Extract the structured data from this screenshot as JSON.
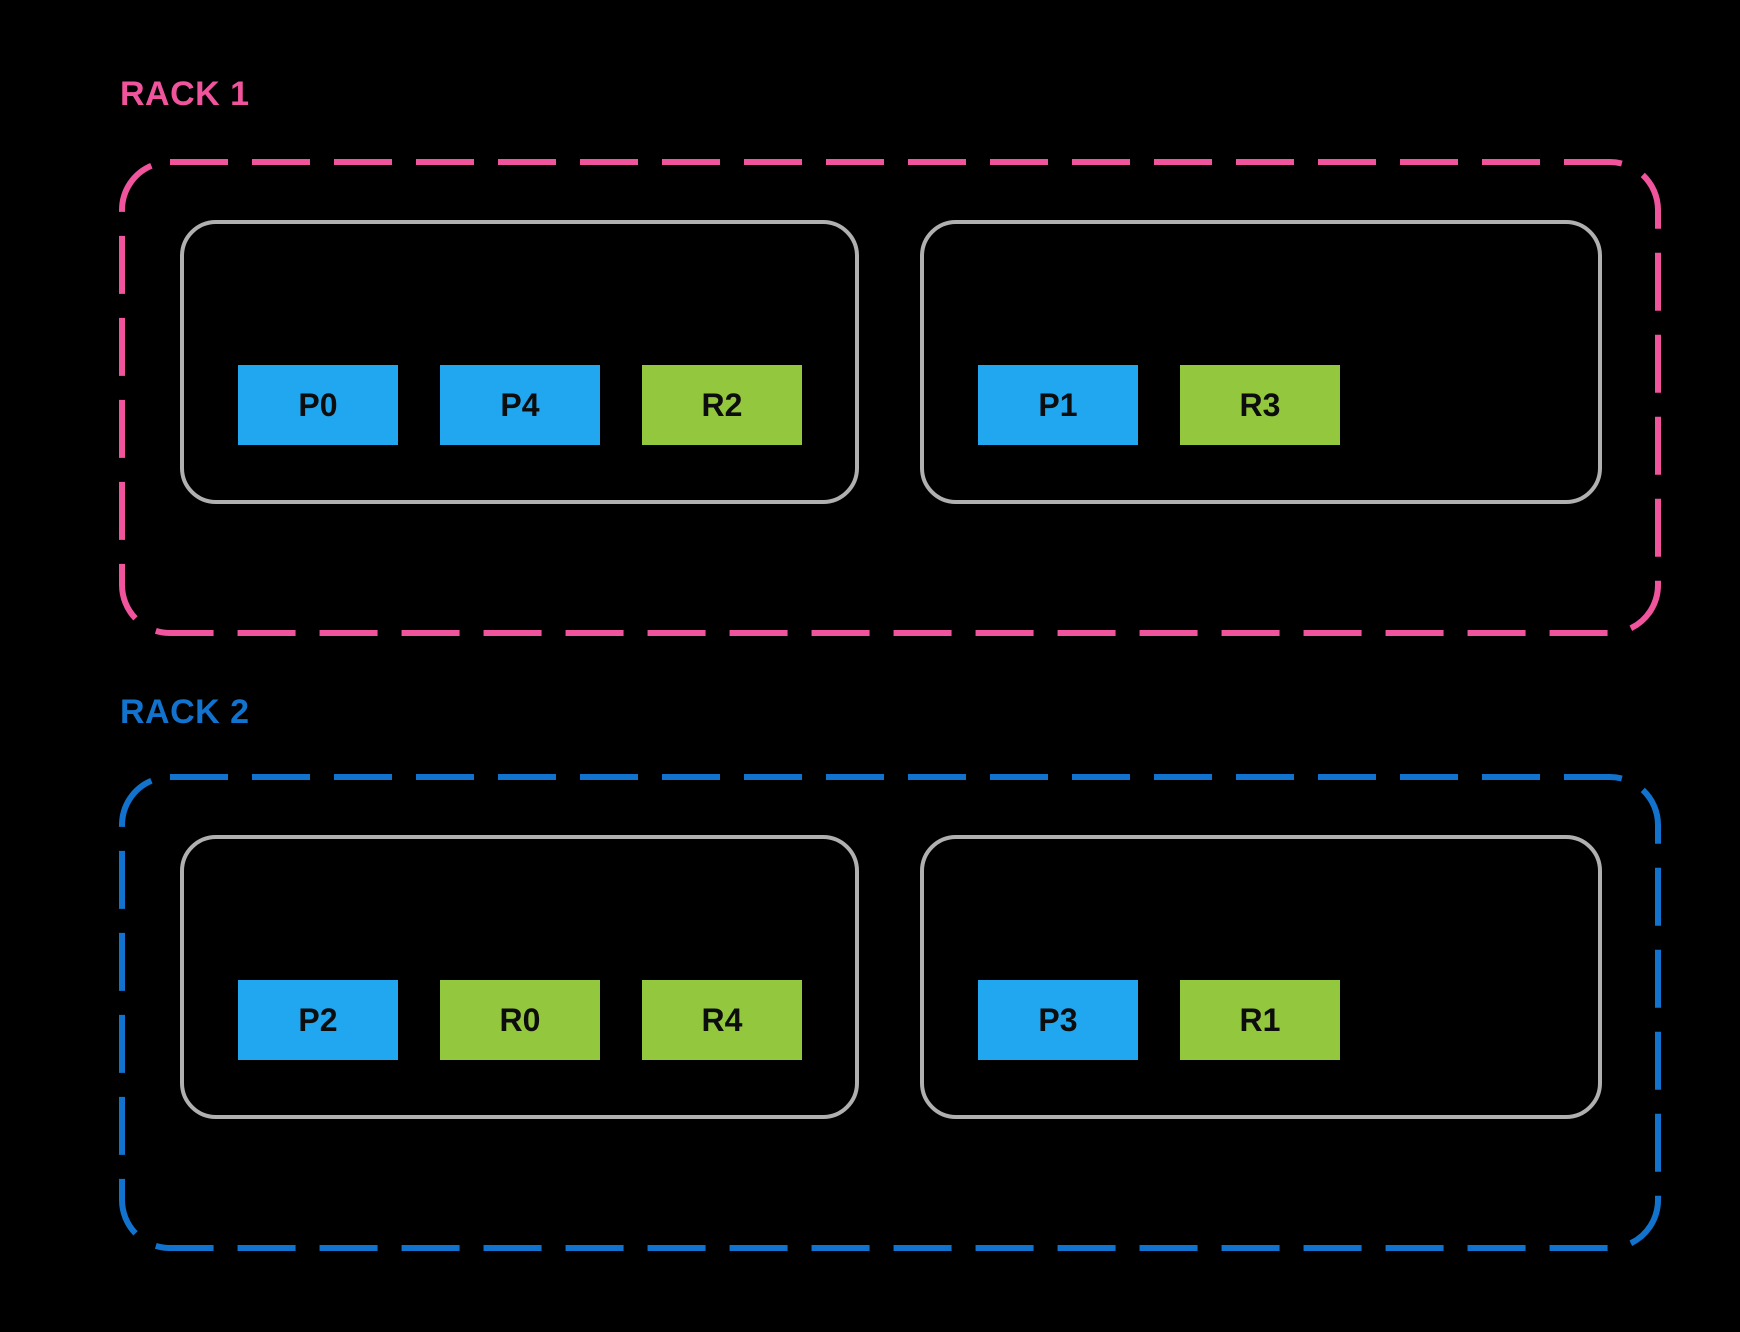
{
  "diagram": {
    "racks": [
      {
        "label": "RACK 1",
        "hosts": [
          {
            "boxes": [
              {
                "label": "P0",
                "type": "primary"
              },
              {
                "label": "P4",
                "type": "primary"
              },
              {
                "label": "R2",
                "type": "replica"
              }
            ]
          },
          {
            "boxes": [
              {
                "label": "P1",
                "type": "primary"
              },
              {
                "label": "R3",
                "type": "replica"
              }
            ]
          }
        ]
      },
      {
        "label": "RACK 2",
        "hosts": [
          {
            "boxes": [
              {
                "label": "P2",
                "type": "primary"
              },
              {
                "label": "R0",
                "type": "replica"
              },
              {
                "label": "R4",
                "type": "replica"
              }
            ]
          },
          {
            "boxes": [
              {
                "label": "P3",
                "type": "primary"
              },
              {
                "label": "R1",
                "type": "replica"
              }
            ]
          }
        ]
      }
    ]
  },
  "colors": {
    "background": "#000000",
    "rack1_accent": "#F0549C",
    "rack2_accent": "#1273CE",
    "host_border": "#B0B0B0",
    "partition_primary_blue": "#21A7F0",
    "partition_replica_green": "#92C73E",
    "box_label_text": "#0D0D0D"
  }
}
